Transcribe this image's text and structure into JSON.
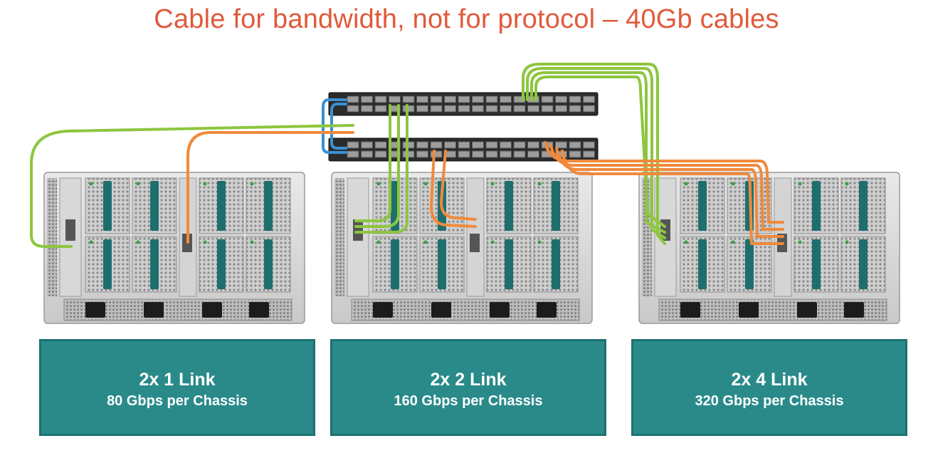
{
  "title": "Cable for bandwidth, not for protocol – 40Gb cables",
  "colors": {
    "title": "#e05a3a",
    "cable_green": "#8dc63f",
    "cable_orange": "#f08a3c",
    "cable_blue": "#3b8fd0",
    "label_box": "#2a8a8a",
    "chassis_module": "#1f6e6e"
  },
  "configurations": [
    {
      "links": "2x 1 Link",
      "bandwidth": "80 Gbps per Chassis"
    },
    {
      "links": "2x 2 Link",
      "bandwidth": "160 Gbps per Chassis"
    },
    {
      "links": "2x 4 Link",
      "bandwidth": "320 Gbps per Chassis"
    }
  ]
}
